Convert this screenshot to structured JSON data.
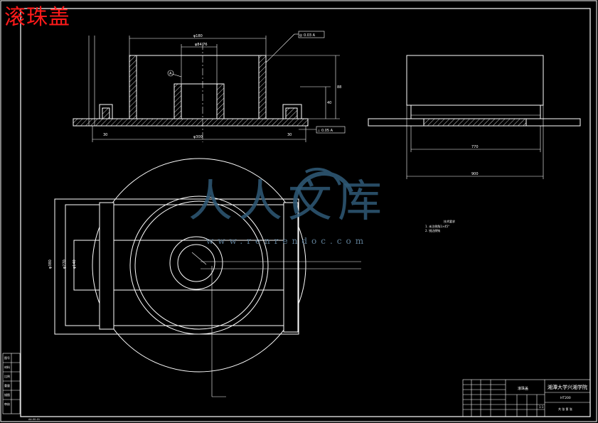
{
  "drawing": {
    "title": "滚珠盖",
    "watermark": {
      "brand": "人人文库",
      "url": "www.renrendoc.com"
    },
    "section_label": "A",
    "dims": {
      "outer_dia": "φ180",
      "inner_dia": "φ84.76",
      "base_dia": "φ300",
      "height": "88",
      "flange": "40",
      "left_width": "30",
      "right_width": "30",
      "plan_dia_1": "φ380",
      "plan_dia_2": "φ270",
      "plan_dia_3": "φ140",
      "right_len_1": "770",
      "right_len_2": "900"
    },
    "tolerance_top": "◎ 0.03 A",
    "tolerance_bottom": "⊥ 0.05 A",
    "tech_note_title": "技术要求",
    "tech_note_lines": [
      "1. 未注倒角1×45°",
      "2. 锐边倒钝"
    ],
    "title_block": {
      "school": "湘潭大学兴湘学院",
      "part_name": "滚珠盖",
      "material": "HT200",
      "scale": "1:1",
      "sheet": "共 张  第 张"
    },
    "left_strip": [
      "图号",
      "材料",
      "比例",
      "重量",
      "描图",
      "审核"
    ],
    "corner_code": "A4-00-01"
  }
}
